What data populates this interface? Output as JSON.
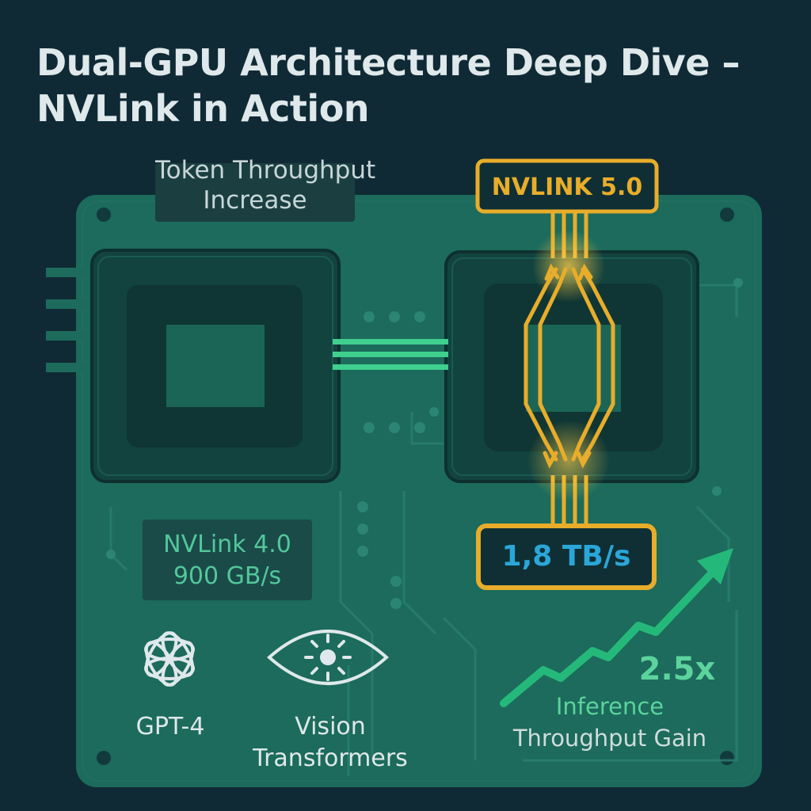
{
  "title": {
    "line1": "Dual-GPU Architecture Deep Dive –",
    "line2": "NVLink in Action"
  },
  "token_throughput": {
    "line1": "Token Throughput",
    "line2": "Increase"
  },
  "nvlink5": {
    "label": "NVLINK 5.0",
    "bandwidth": "1,8 TB/s"
  },
  "nvlink4": {
    "line1": "NVLink 4.0",
    "line2": "900 GB/s"
  },
  "models": {
    "gpt4": "GPT-4",
    "vision_line1": "Vision",
    "vision_line2": "Transformers"
  },
  "gain": {
    "value": "2.5x",
    "line1": "Inference",
    "line2": "Throughput Gain"
  },
  "colors": {
    "background": "#0f2a35",
    "board": "#1c6b5c",
    "gold": "#e8ad2a",
    "green": "#3fcf8e",
    "blue": "#2aa7d8"
  },
  "icons": [
    "openai-logo-icon",
    "eye-icon",
    "trend-arrow-icon"
  ]
}
